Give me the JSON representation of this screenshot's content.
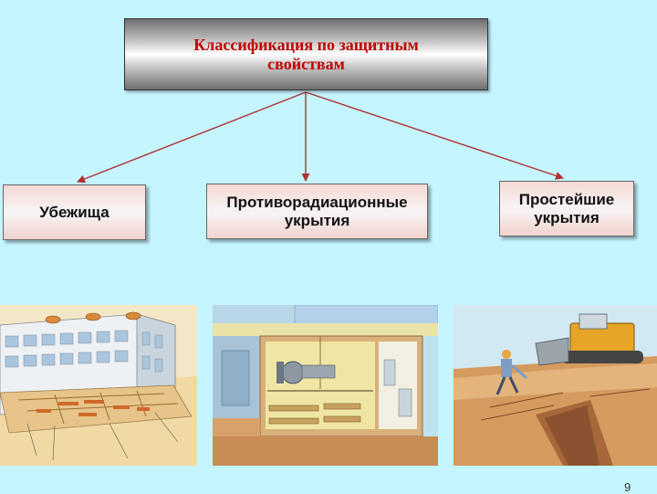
{
  "diagram": {
    "top_title": "Классификация по защитным свойствам",
    "categories": [
      {
        "id": "shelters",
        "label": "Убежища"
      },
      {
        "id": "antirad",
        "label": "Противорадиационные укрытия"
      },
      {
        "id": "simple",
        "label": "Простейшие укрытия"
      }
    ]
  },
  "slide": {
    "page_number": "9"
  },
  "colors": {
    "background": "#c5f5ff",
    "title_text": "#c00000",
    "connector": "#b03030"
  }
}
